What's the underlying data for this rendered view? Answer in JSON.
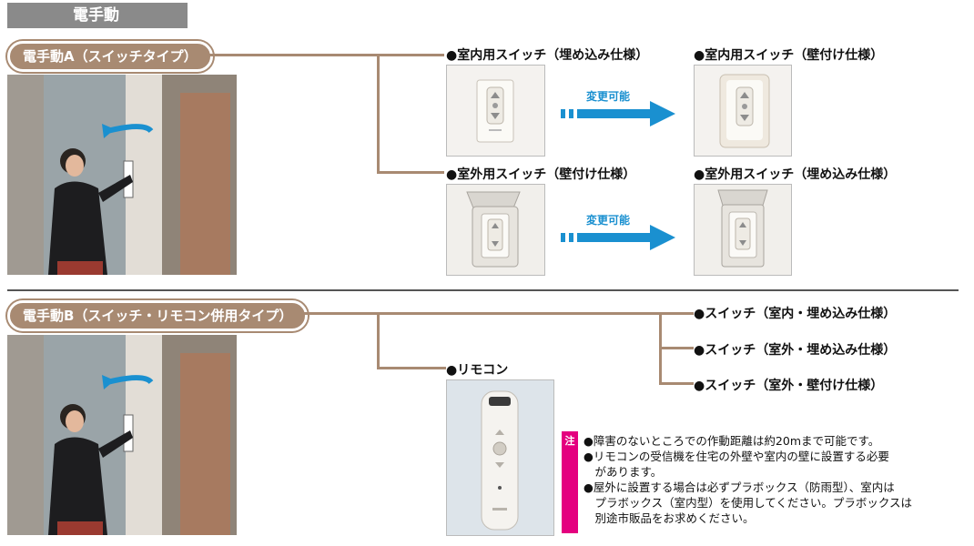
{
  "header": {
    "title": "電手動"
  },
  "section_a": {
    "label": "電手動A（スイッチタイプ）",
    "indoor_flush": "●室内用スイッチ（埋め込み仕様）",
    "indoor_wall": "●室内用スイッチ（壁付け仕様）",
    "outdoor_wall": "●室外用スイッチ（壁付け仕様）",
    "outdoor_flush": "●室外用スイッチ（埋め込み仕様）",
    "change_label_1": "変更可能",
    "change_label_2": "変更可能"
  },
  "section_b": {
    "label": "電手動B（スイッチ・リモコン併用タイプ）",
    "remote": "●リモコン",
    "switch_1": "●スイッチ（室内・埋め込み仕様）",
    "switch_2": "●スイッチ（室外・埋め込み仕様）",
    "switch_3": "●スイッチ（室外・壁付け仕様）"
  },
  "note": {
    "mark": "注",
    "lines": [
      "●障害のないところでの作動距離は約20mまで可能です。",
      "●リモコンの受信機を住宅の外壁や室内の壁に設置する必要",
      "　があります。",
      "●屋外に設置する場合は必ずプラボックス（防雨型）、室内は",
      "　プラボックス（室内型）を使用してください。プラボックスは",
      "　別途市販品をお求めください。"
    ]
  },
  "colors": {
    "accent_brown": "#a88a72",
    "arrow_blue": "#1a90d0",
    "note_pink": "#e4007f",
    "header_gray": "#8a8a8a"
  }
}
